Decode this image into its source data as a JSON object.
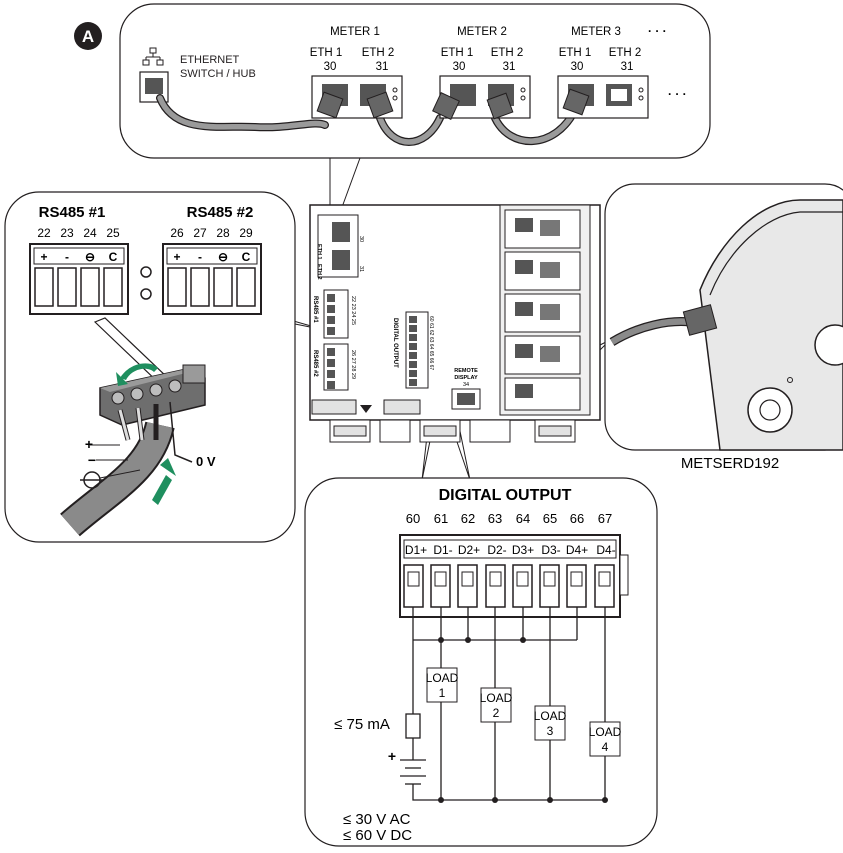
{
  "marker": "A",
  "network": {
    "switch_label_1": "ETHERNET",
    "switch_label_2": "SWITCH / HUB",
    "meters": [
      {
        "name": "METER 1",
        "eth1": "ETH 1",
        "eth2": "ETH 2",
        "t1": "30",
        "t2": "31"
      },
      {
        "name": "METER 2",
        "eth1": "ETH 1",
        "eth2": "ETH 2",
        "t1": "30",
        "t2": "31"
      },
      {
        "name": "METER 3",
        "eth1": "ETH 1",
        "eth2": "ETH 2",
        "t1": "30",
        "t2": "31"
      }
    ],
    "continuation": "· · ·"
  },
  "rs485": {
    "port1": {
      "title": "RS485 #1",
      "terminals": [
        "22",
        "23",
        "24",
        "25"
      ],
      "symbols": [
        "+",
        "-",
        "⊖",
        "C"
      ]
    },
    "port2": {
      "title": "RS485 #2",
      "terminals": [
        "26",
        "27",
        "28",
        "29"
      ],
      "symbols": [
        "+",
        "-",
        "⊖",
        "C"
      ]
    },
    "wire_plus": "+",
    "wire_minus": "−",
    "zero_v": "0 V"
  },
  "meter_labels": {
    "eth1": "ETH 1",
    "eth2": "ETH 2",
    "t30": "30",
    "t31": "31",
    "rs1": "RS485 #1",
    "rs1_terms": "22 23 24 25",
    "rs2": "RS485 #2",
    "rs2_terms": "26 27 28 29",
    "digital_output": "DIGITAL OUTPUT",
    "do_terms": "60 61 62 63 64 65 66 67",
    "remote_1": "REMOTE",
    "remote_2": "DISPLAY",
    "remote_num": "34"
  },
  "display": {
    "caption": "METSERD192"
  },
  "digital_output": {
    "title": "DIGITAL OUTPUT",
    "terminals": [
      "60",
      "61",
      "62",
      "63",
      "64",
      "65",
      "66",
      "67"
    ],
    "signals": [
      "D1+",
      "D1-",
      "D2+",
      "D2-",
      "D3+",
      "D3-",
      "D4+",
      "D4-"
    ],
    "loads": [
      {
        "word": "LOAD",
        "num": "1"
      },
      {
        "word": "LOAD",
        "num": "2"
      },
      {
        "word": "LOAD",
        "num": "3"
      },
      {
        "word": "LOAD",
        "num": "4"
      }
    ],
    "current_limit": "≤ 75 mA",
    "battery_plus": "+",
    "voltage_ac": "≤ 30 V AC",
    "voltage_dc": "≤ 60 V DC"
  },
  "colors": {
    "line": "#231f20",
    "panel_bg": "#ffffff",
    "arrow_green": "#1f8f5f",
    "cable_gray": "#8a8a8a",
    "device_gray": "#d8d8d8"
  }
}
